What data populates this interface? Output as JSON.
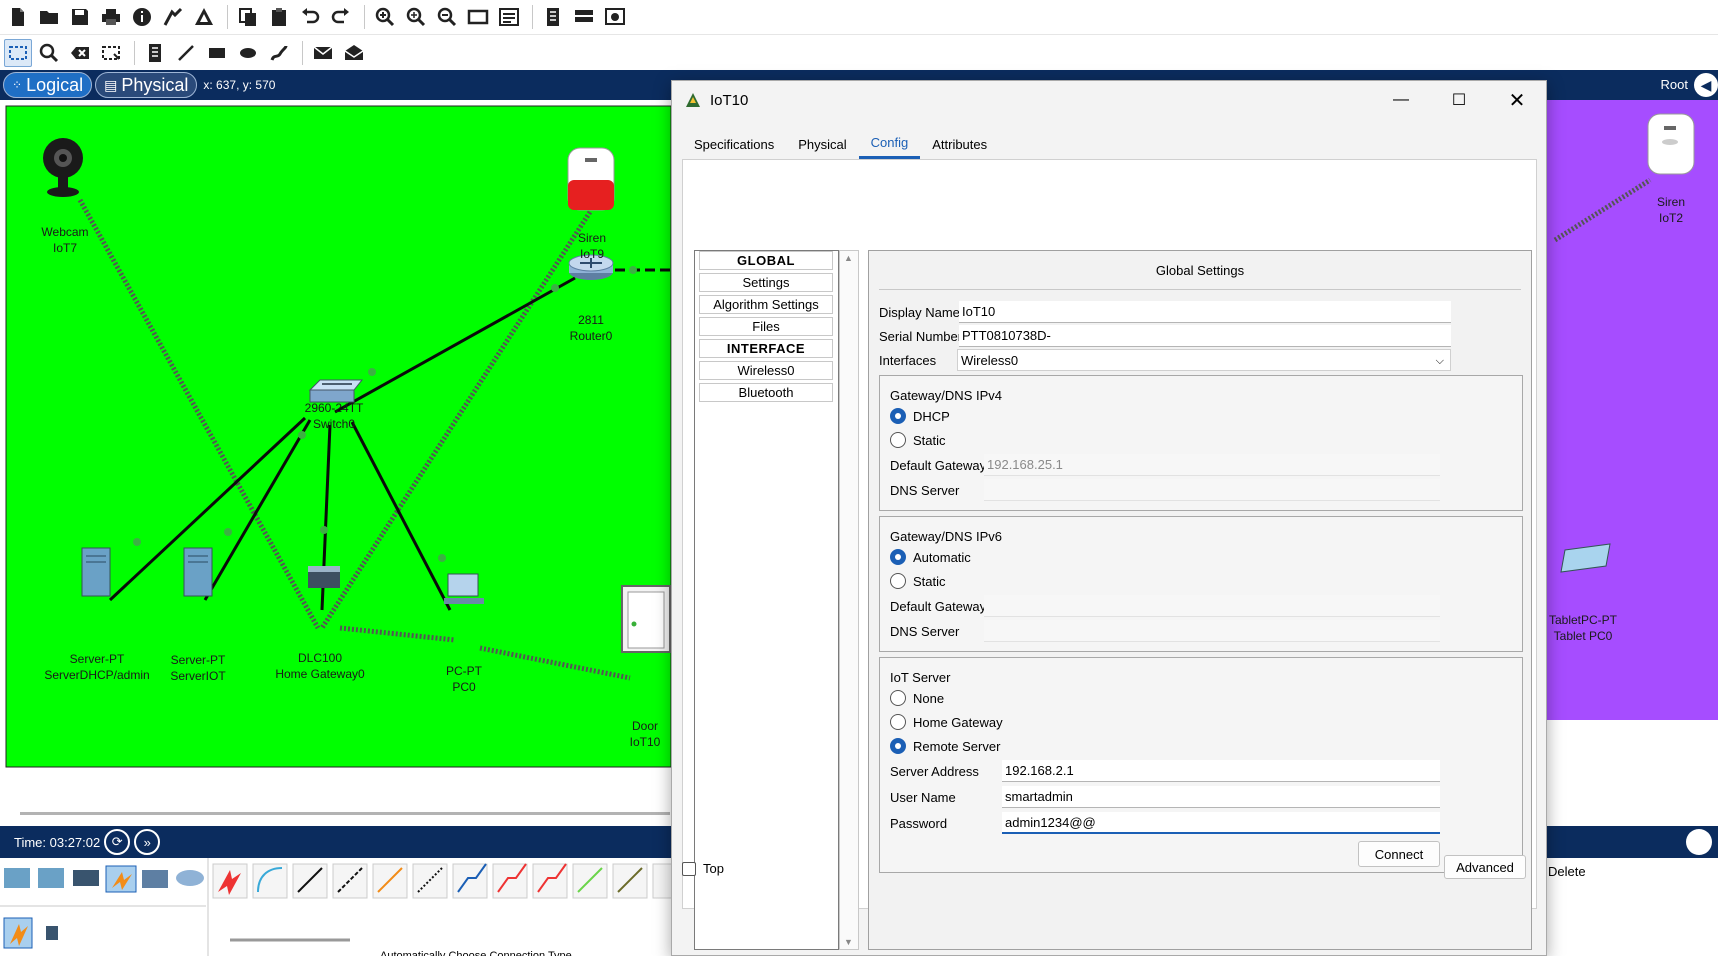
{
  "toolbar_main": {
    "icons": [
      "new-file-icon",
      "open-folder-icon",
      "save-icon",
      "print-icon",
      "info-icon",
      "activity-wizard-icon",
      "custom-pdu-icon",
      "copy-icon",
      "paste-icon",
      "undo-icon",
      "redo-icon",
      "zoom-in-icon",
      "zoom-reset-icon",
      "zoom-out-icon",
      "drawing-palette-icon",
      "custom-device-icon",
      "viewport-icon",
      "network-info-icon",
      "display-icon"
    ]
  },
  "toolbar_tools": {
    "icons": [
      "select-icon",
      "inspect-icon",
      "delete-icon",
      "resize-icon",
      "note-icon",
      "line-icon",
      "rectangle-icon",
      "ellipse-icon",
      "freeform-icon",
      "simple-pdu-icon",
      "complex-pdu-icon"
    ]
  },
  "viewbar": {
    "logical_label": "Logical",
    "physical_label": "Physical",
    "coordinates": "x: 637, y: 570",
    "root_label": "Root"
  },
  "canvas": {
    "devices": [
      {
        "type": "Webcam",
        "name": "IoT7"
      },
      {
        "type": "Siren",
        "name": "IoT9"
      },
      {
        "type": "2811",
        "name": "Router0"
      },
      {
        "type": "2960-24TT",
        "name": "Switch0"
      },
      {
        "type": "Server-PT",
        "name": "ServerDHCP/admin"
      },
      {
        "type": "Server-PT",
        "name": "ServerIOT"
      },
      {
        "type": "DLC100",
        "name": "Home Gateway0"
      },
      {
        "type": "PC-PT",
        "name": "PC0"
      },
      {
        "type": "Door",
        "name": "IoT10"
      },
      {
        "type": "Siren",
        "name": "IoT2"
      },
      {
        "type": "TabletPC-PT",
        "name": "Tablet PC0"
      }
    ],
    "colors": {
      "area_green": "#00ff00",
      "area_purple": "#a64dff"
    }
  },
  "timebar": {
    "time_label": "Time: 03:27:02"
  },
  "device_panel": {
    "delete_label": "Delete",
    "bottom_text": "Automatically Choose Connection Type"
  },
  "dialog": {
    "title": "IoT10",
    "tabs": [
      "Specifications",
      "Physical",
      "Config",
      "Attributes"
    ],
    "active_tab": "Config",
    "side": {
      "global_header": "GLOBAL",
      "items_global": [
        "Settings",
        "Algorithm Settings",
        "Files"
      ],
      "interface_header": "INTERFACE",
      "items_interface": [
        "Wireless0",
        "Bluetooth"
      ]
    },
    "settings": {
      "title": "Global Settings",
      "display_name_label": "Display Name",
      "display_name": "IoT10",
      "serial_label": "Serial Number",
      "serial": "PTT0810738D-",
      "interfaces_label": "Interfaces",
      "interfaces_value": "Wireless0",
      "ipv4": {
        "title": "Gateway/DNS IPv4",
        "dhcp": "DHCP",
        "static": "Static",
        "selected": "DHCP",
        "gateway_label": "Default Gateway",
        "gateway": "192.168.25.1",
        "dns_label": "DNS Server",
        "dns": ""
      },
      "ipv6": {
        "title": "Gateway/DNS IPv6",
        "automatic": "Automatic",
        "static": "Static",
        "selected": "Automatic",
        "gateway_label": "Default Gateway",
        "gateway": "",
        "dns_label": "DNS Server",
        "dns": ""
      },
      "iot_server": {
        "title": "IoT Server",
        "none": "None",
        "home_gateway": "Home Gateway",
        "remote_server": "Remote Server",
        "selected": "Remote Server",
        "address_label": "Server Address",
        "address": "192.168.2.1",
        "user_label": "User Name",
        "user": "smartadmin",
        "password_label": "Password",
        "password": "admin1234@@",
        "connect_label": "Connect"
      }
    },
    "top_label": "Top",
    "advanced_label": "Advanced"
  }
}
